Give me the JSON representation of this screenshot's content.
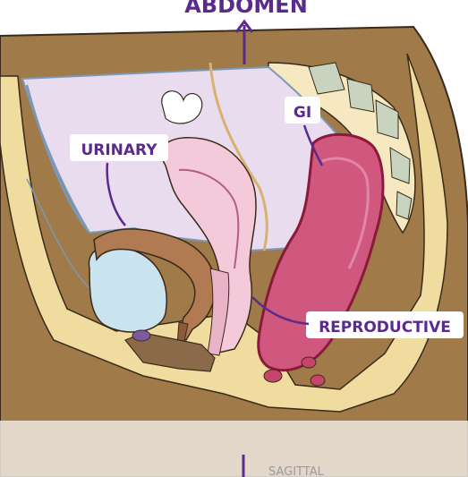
{
  "labels": {
    "top_direction": "ABDOMEN",
    "urinary": "URINARY",
    "gi": "GI",
    "reproductive": "REPRODUCTIVE",
    "bottom_caption": "SAGITTAL"
  },
  "colors": {
    "label_text": "#5a2a8c",
    "skin": "#a07a48",
    "fat": "#f1dca0",
    "abdominal_cavity": "#e9dcee",
    "bladder": "#c9e3ef",
    "uterus": "#f4c9d9",
    "rectum": "#d0587f",
    "urinary_muscle": "#b07a52"
  }
}
